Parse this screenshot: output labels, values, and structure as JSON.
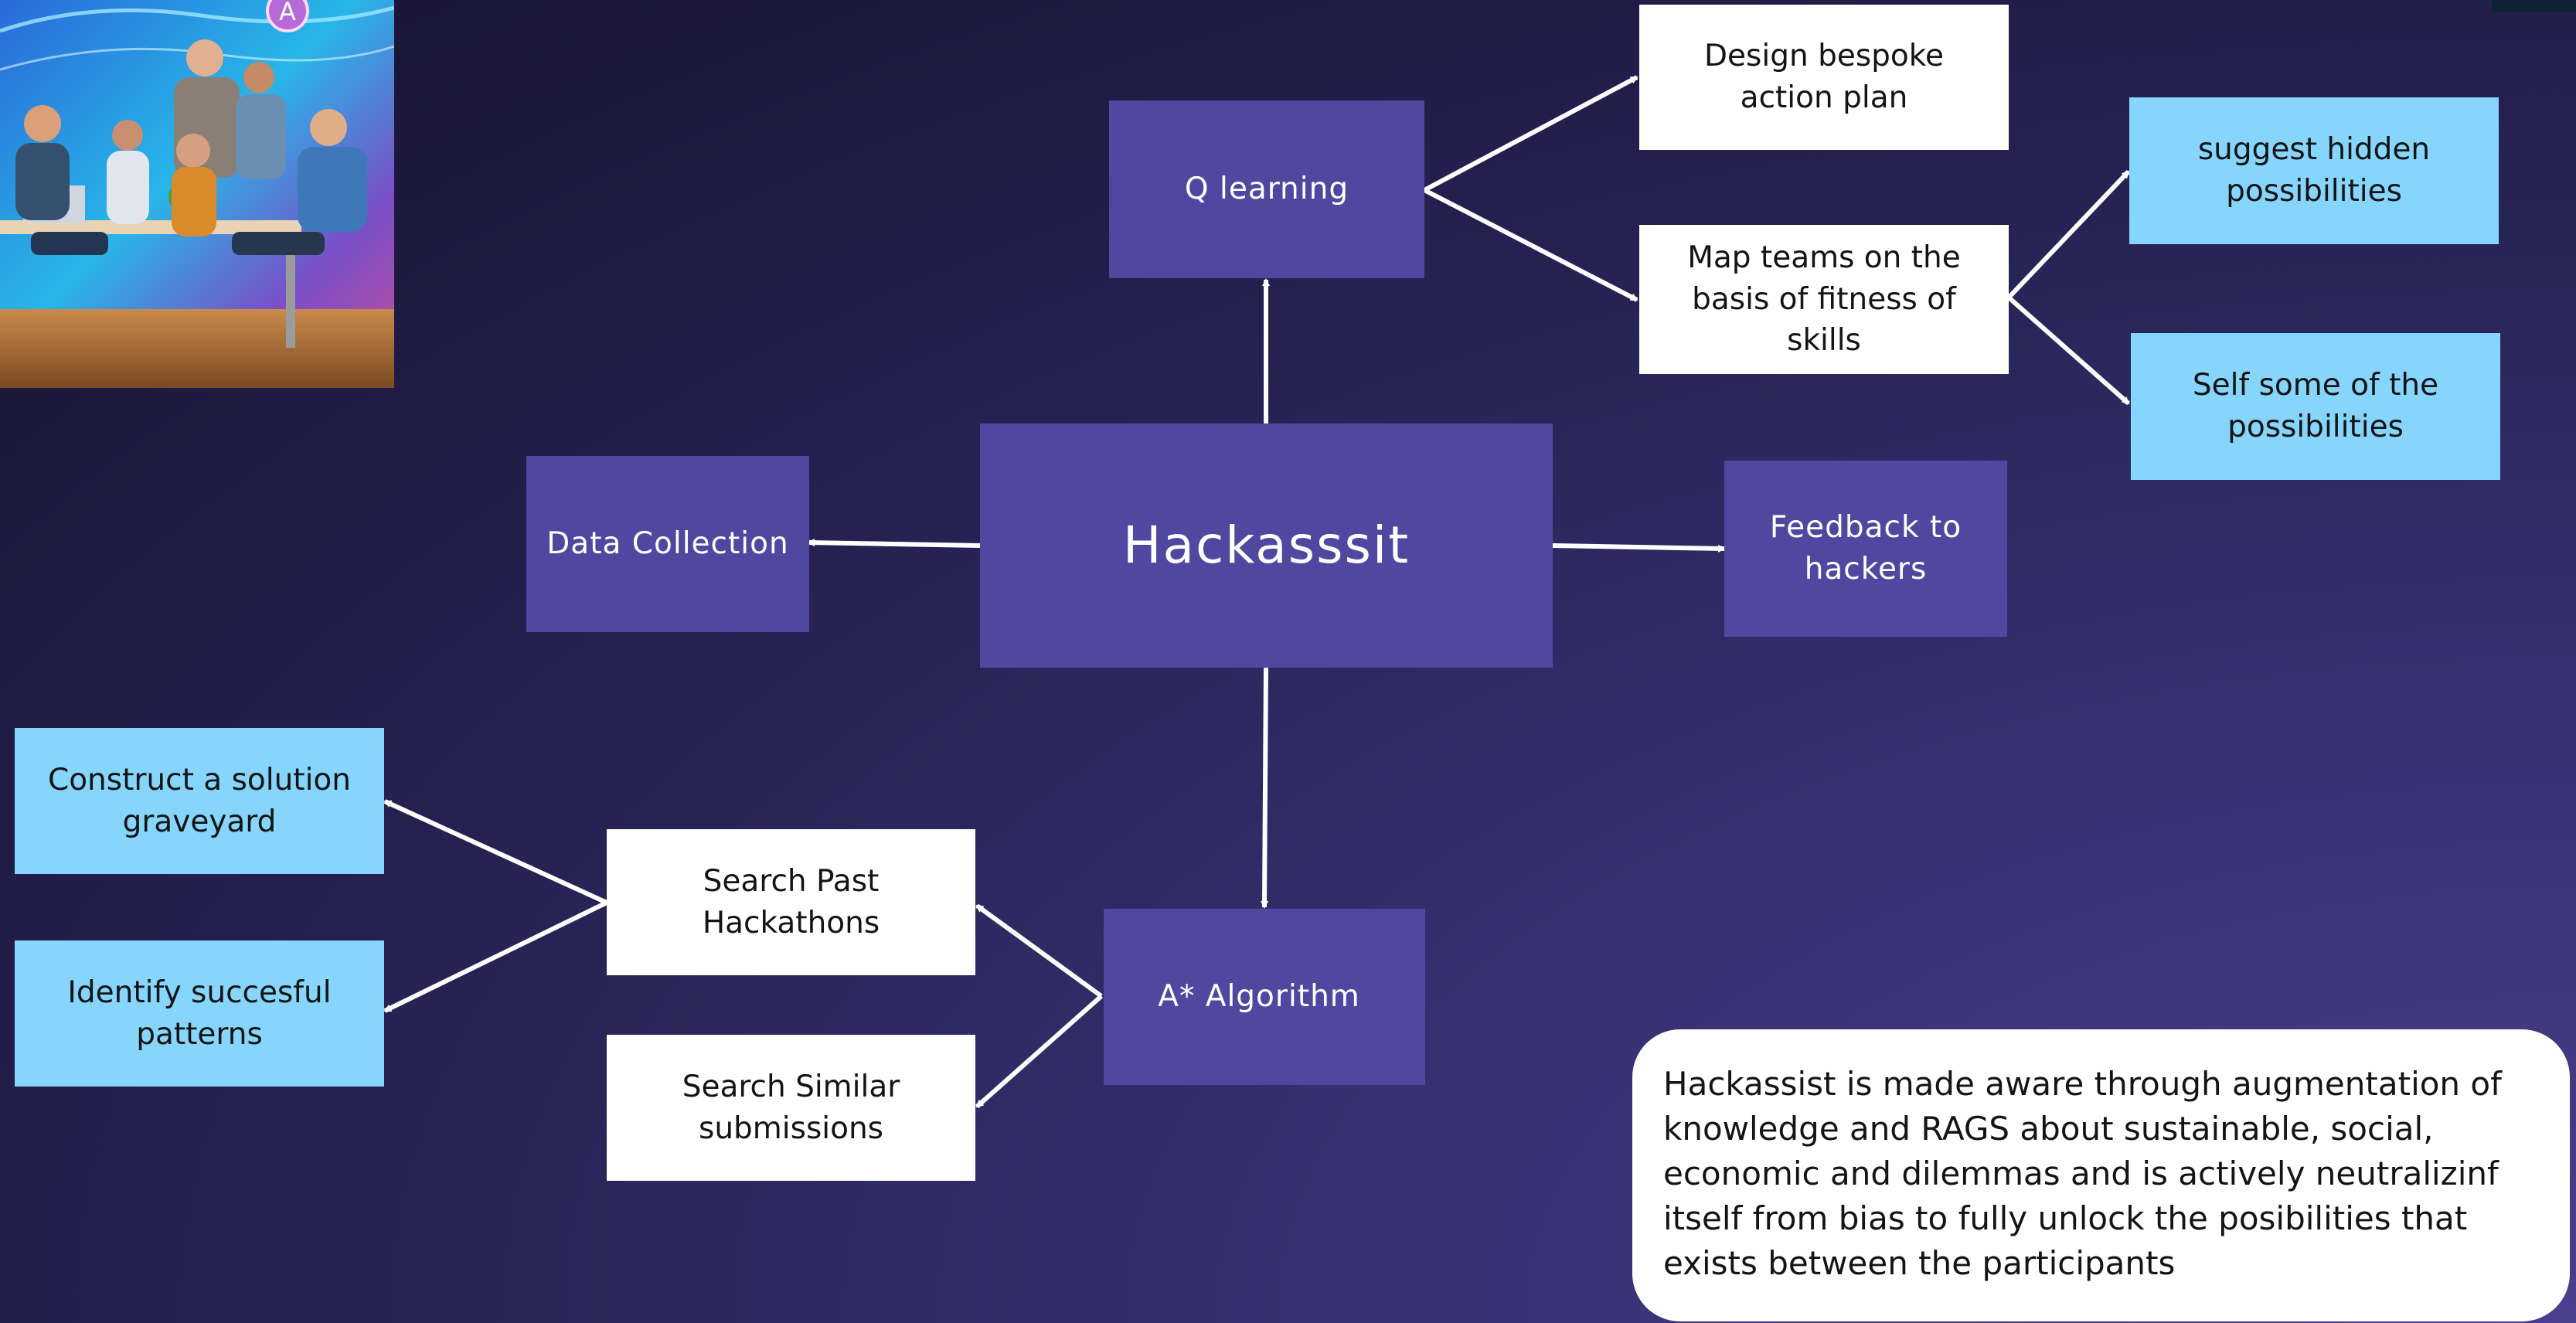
{
  "diagram": {
    "center": "Hackasssit",
    "q_learning": "Q learning",
    "data_collection": "Data Collection",
    "feedback": "Feedback to hackers",
    "a_star": "A* Algorithm",
    "design_plan": "Design bespoke action plan",
    "map_teams": "Map teams on the basis of fitness of skills",
    "suggest_hidden": "suggest hidden possibilities",
    "self_some": "Self some of the possibilities",
    "search_past": "Search Past Hackathons",
    "search_similar": "Search Similar submissions",
    "graveyard": "Construct a solution graveyard",
    "identify_patterns": "Identify succesful patterns"
  },
  "note": {
    "text": "Hackassist is made aware through augmentation of knowledge and RAGS about sustainable, social, economic and dilemmas and is actively neutralizinf itself from bias to fully unlock the posibilities that exists between  the participants"
  },
  "photo": {
    "badge_letter": "A"
  },
  "colors": {
    "purple_node": "#5048a0",
    "blue_node": "#85d5fc",
    "white_node": "#ffffff",
    "arrow": "#ffffff",
    "background_dark": "#16122f",
    "background_light": "#4a3e8e"
  }
}
